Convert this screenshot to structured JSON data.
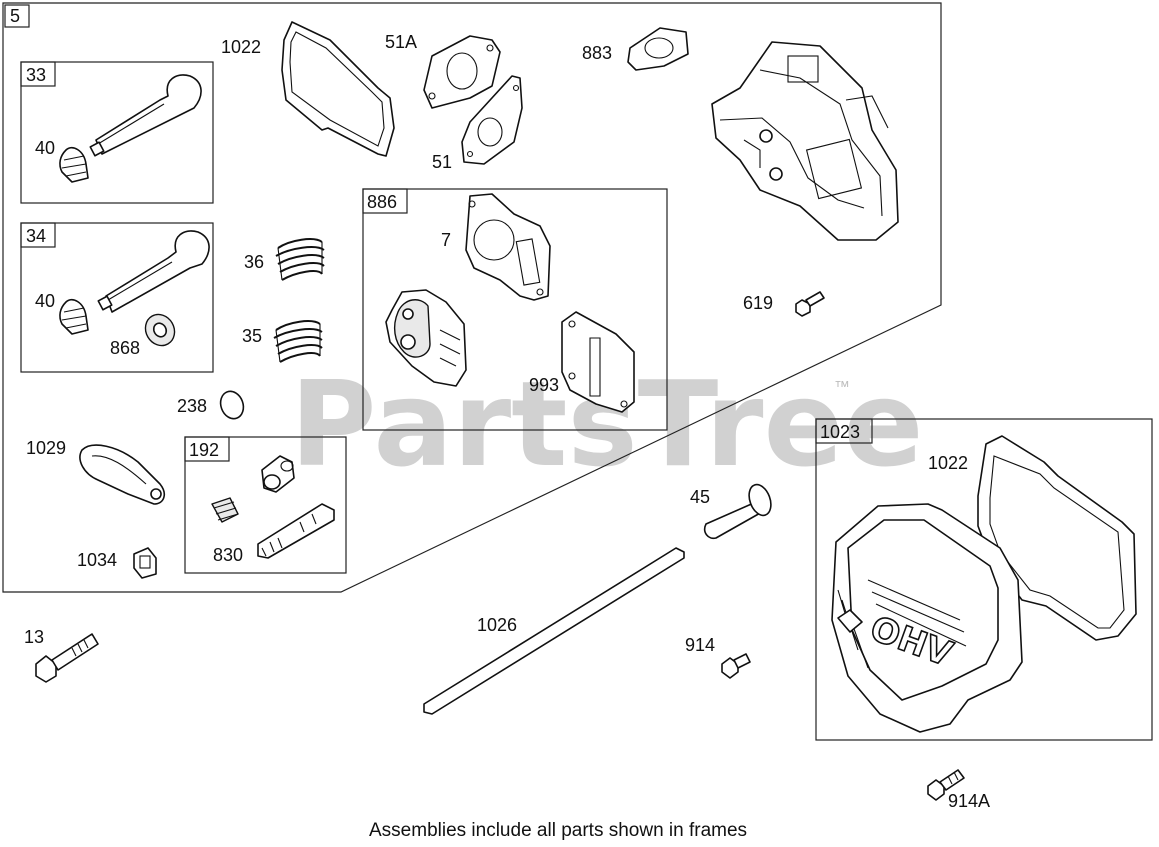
{
  "watermark": {
    "text": "PartsTree",
    "trademark": "™"
  },
  "frames": {
    "main": "5",
    "intake_valve": "33",
    "exhaust_valve": "34",
    "gasket_set": "886",
    "breather_kit": "192",
    "cover_assembly": "1023"
  },
  "parts": {
    "p1022a": "1022",
    "p51a": "51A",
    "p883": "883",
    "p51": "51",
    "p40a": "40",
    "p40b": "40",
    "p868": "868",
    "p36": "36",
    "p35": "35",
    "p7": "7",
    "p993": "993",
    "p619": "619",
    "p238": "238",
    "p1029": "1029",
    "p830": "830",
    "p1034": "1034",
    "p13": "13",
    "p1026": "1026",
    "p45": "45",
    "p914": "914",
    "p1022b": "1022",
    "p914a": "914A"
  },
  "cover_emblem": "OHV",
  "footer_note": "Assemblies include all parts shown in frames"
}
